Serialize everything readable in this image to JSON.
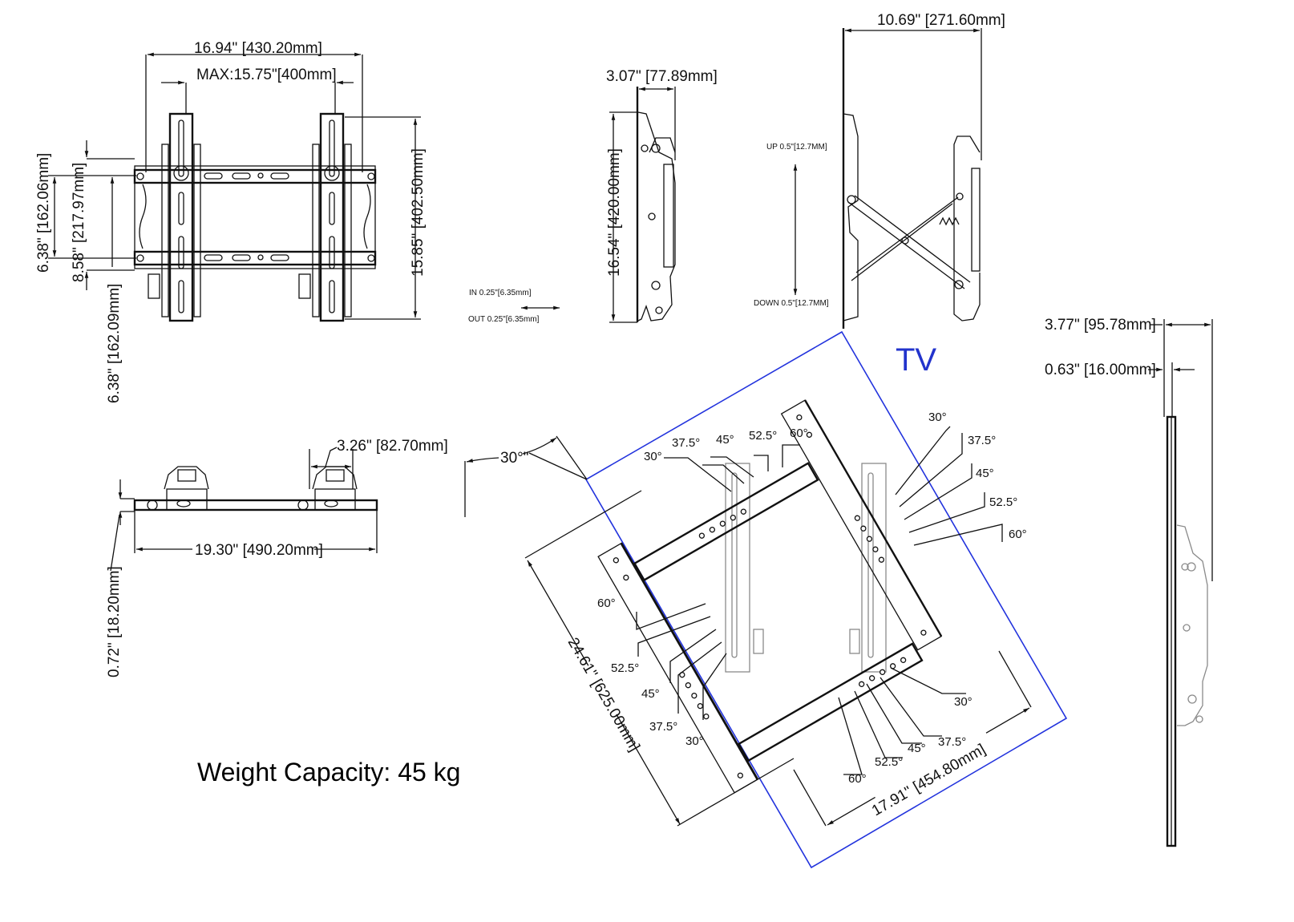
{
  "title": "TV wall mount dimension drawing",
  "front_view": {
    "overall_width": "16.94\" [430.20mm]",
    "max_vesa": "MAX:15.75\"[400mm]",
    "height_right": "15.85\" [402.50mm]",
    "left_dim_1": "6.38\" [162.06mm]",
    "left_dim_2": "8.58\" [217.97mm]",
    "left_dim_3": "6.38\" [162.09mm]"
  },
  "side_tilt_view": {
    "depth": "3.07\" [77.89mm]",
    "height": "16.54\" [420.00mm]",
    "in_label": "IN  0.25\"[6.35mm]",
    "out_label": "OUT  0.25\"[6.35mm]"
  },
  "side_extended_view": {
    "depth": "10.69\" [271.60mm]",
    "up_label": "UP 0.5\"[12.7MM]",
    "down_label": "DOWN 0.5\"[12.7MM]"
  },
  "top_view": {
    "bracket_width": "3.26\" [82.70mm]",
    "overall_width": "19.30\" [490.20mm]",
    "thickness": "0.72\" [18.20mm]"
  },
  "rotated_view": {
    "tv_label": "TV",
    "rotation": "30°\"",
    "length": "24.61\" [625.00mm]",
    "width": "17.91\" [454.80mm]",
    "angles": [
      "30°",
      "37.5°",
      "45°",
      "52.5°",
      "60°"
    ],
    "tv_outline_color": "#2233dd"
  },
  "profile_view": {
    "total_depth": "3.77\" [95.78mm]",
    "min_depth": "0.63\" [16.00mm]"
  },
  "weight_capacity": "Weight Capacity: 45 kg"
}
